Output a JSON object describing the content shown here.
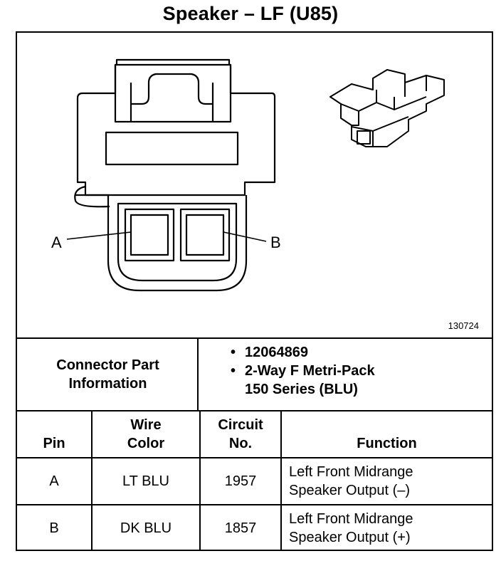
{
  "title": "Speaker – LF (U85)",
  "diagram": {
    "figure_id": "130724",
    "pin_label_a": "A",
    "pin_label_b": "B"
  },
  "connector_info": {
    "label_line1": "Connector Part",
    "label_line2": "Information",
    "items": [
      "12064869",
      "2-Way F Metri-Pack",
      "150 Series (BLU)"
    ]
  },
  "table": {
    "headers": {
      "pin": "Pin",
      "wire_color_line1": "Wire",
      "wire_color_line2": "Color",
      "circuit_line1": "Circuit",
      "circuit_line2": "No.",
      "function": "Function"
    },
    "rows": [
      {
        "pin": "A",
        "wire_color": "LT BLU",
        "circuit": "1957",
        "function_line1": "Left Front Midrange",
        "function_line2": "Speaker Output (–)"
      },
      {
        "pin": "B",
        "wire_color": "DK BLU",
        "circuit": "1857",
        "function_line1": "Left Front Midrange",
        "function_line2": "Speaker Output (+)"
      }
    ]
  }
}
